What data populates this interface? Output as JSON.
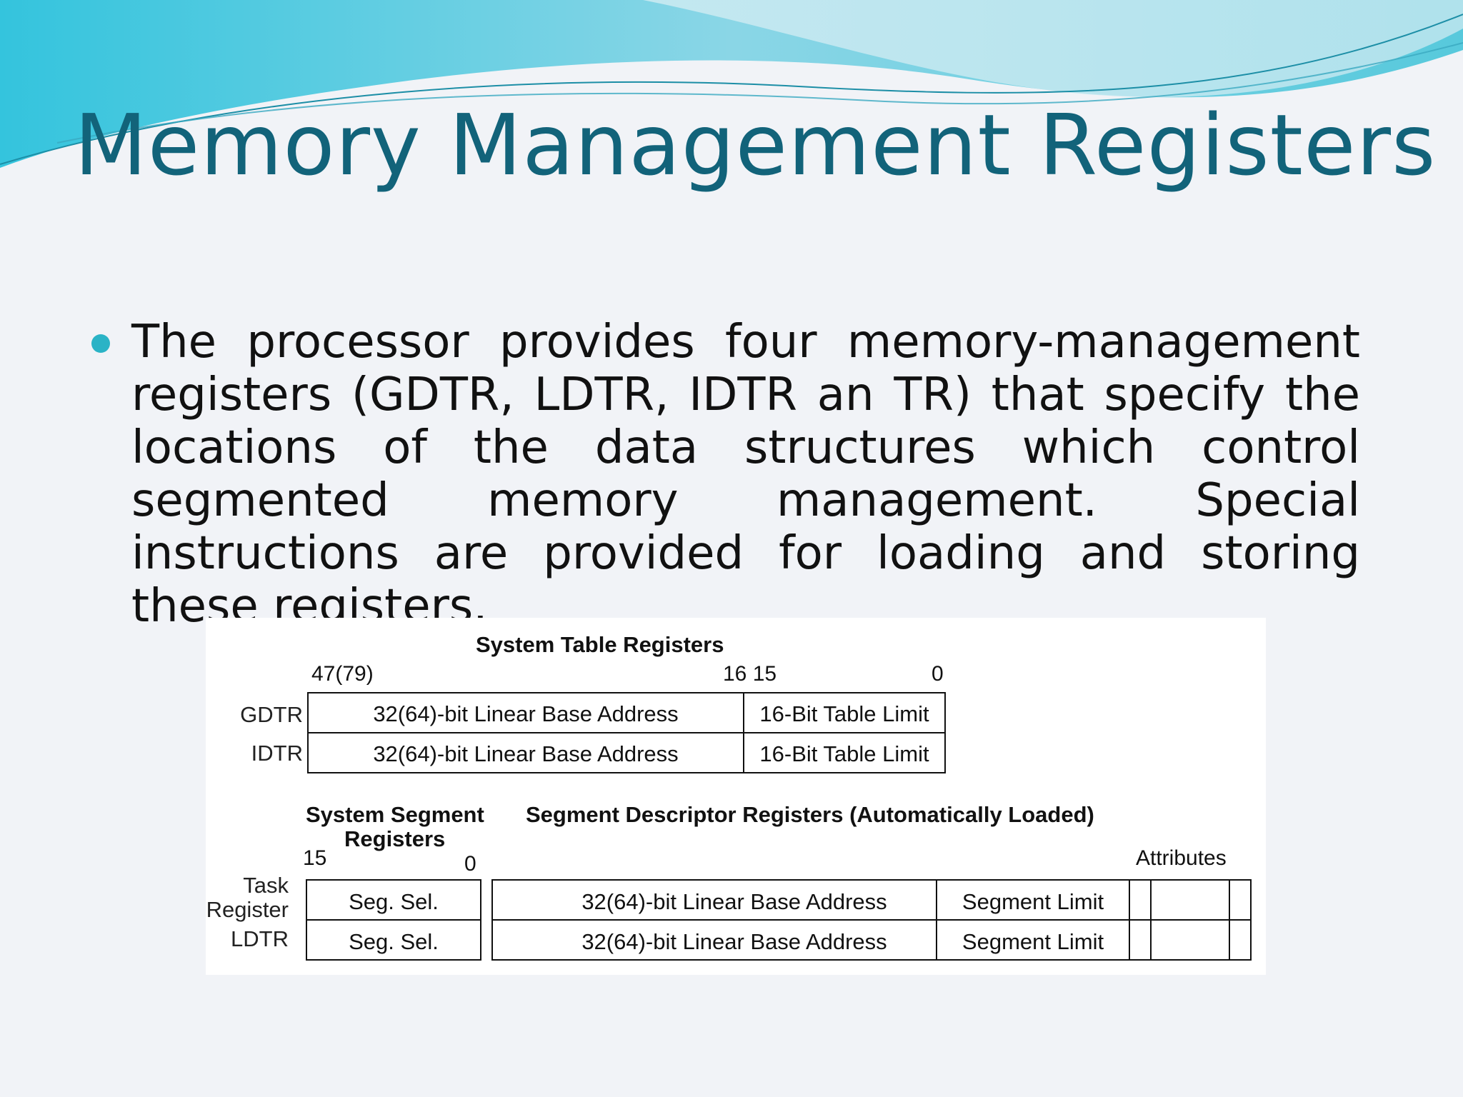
{
  "slide": {
    "title": "Memory Management Registers",
    "bullet": "The processor provides four memory-management registers (GDTR, LDTR, IDTR an TR) that specify the locations of the data structures which control segmented memory management. Special instructions are provided for loading and storing these registers."
  },
  "diagram": {
    "system_table": {
      "heading": "System Table Registers",
      "bit_high": "47(79)",
      "bit_mid": "16 15",
      "bit_low": "0",
      "rows": [
        {
          "register": "GDTR",
          "base": "32(64)-bit Linear Base Address",
          "limit": "16-Bit Table Limit"
        },
        {
          "register": "IDTR",
          "base": "32(64)-bit Linear Base Address",
          "limit": "16-Bit Table Limit"
        }
      ]
    },
    "system_segment": {
      "heading_line1": "System Segment",
      "heading_line2": "Registers",
      "bit_high": "15",
      "bit_low": "0"
    },
    "descriptor": {
      "heading": "Segment Descriptor Registers (Automatically Loaded)",
      "attributes_label": "Attributes"
    },
    "segment_rows": [
      {
        "register_line1": "Task",
        "register_line2": "Register",
        "selector": "Seg. Sel.",
        "base": "32(64)-bit Linear Base Address",
        "limit": "Segment Limit"
      },
      {
        "register_line1": "LDTR",
        "register_line2": "",
        "selector": "Seg. Sel.",
        "base": "32(64)-bit Linear Base Address",
        "limit": "Segment Limit"
      }
    ]
  }
}
